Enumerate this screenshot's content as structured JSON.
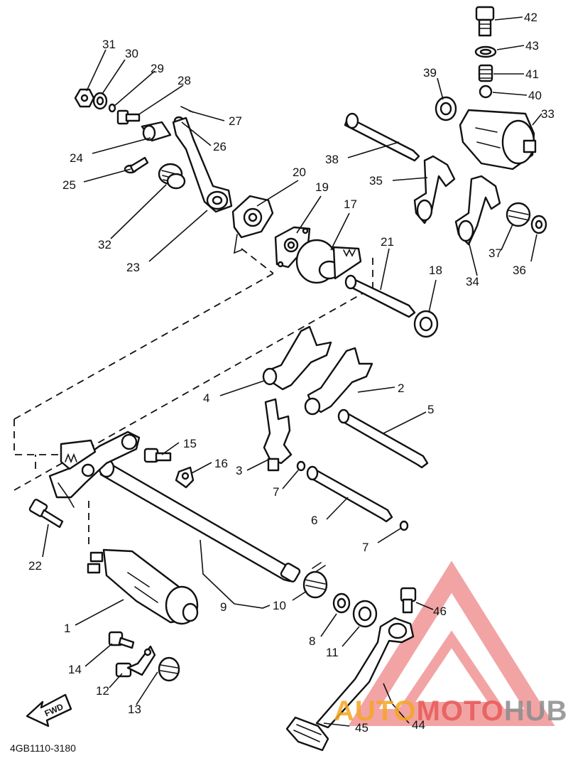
{
  "diagram_code": "4GB1110-3180",
  "fwd_label": "FWD",
  "watermark": {
    "part1": "AUTO",
    "part2": "MOTO",
    "part3": "HUB",
    "color_orange": "#f5a623",
    "color_red": "#e85a5a",
    "color_grey": "#8c8c8c"
  },
  "callouts": [
    "1",
    "2",
    "3",
    "4",
    "5",
    "6",
    "7",
    "7",
    "8",
    "9",
    "10",
    "11",
    "12",
    "13",
    "14",
    "15",
    "16",
    "17",
    "18",
    "19",
    "20",
    "21",
    "22",
    "23",
    "24",
    "25",
    "26",
    "27",
    "28",
    "29",
    "30",
    "31",
    "32",
    "33",
    "34",
    "35",
    "36",
    "37",
    "38",
    "39",
    "40",
    "41",
    "42",
    "43",
    "44",
    "45",
    "46"
  ]
}
